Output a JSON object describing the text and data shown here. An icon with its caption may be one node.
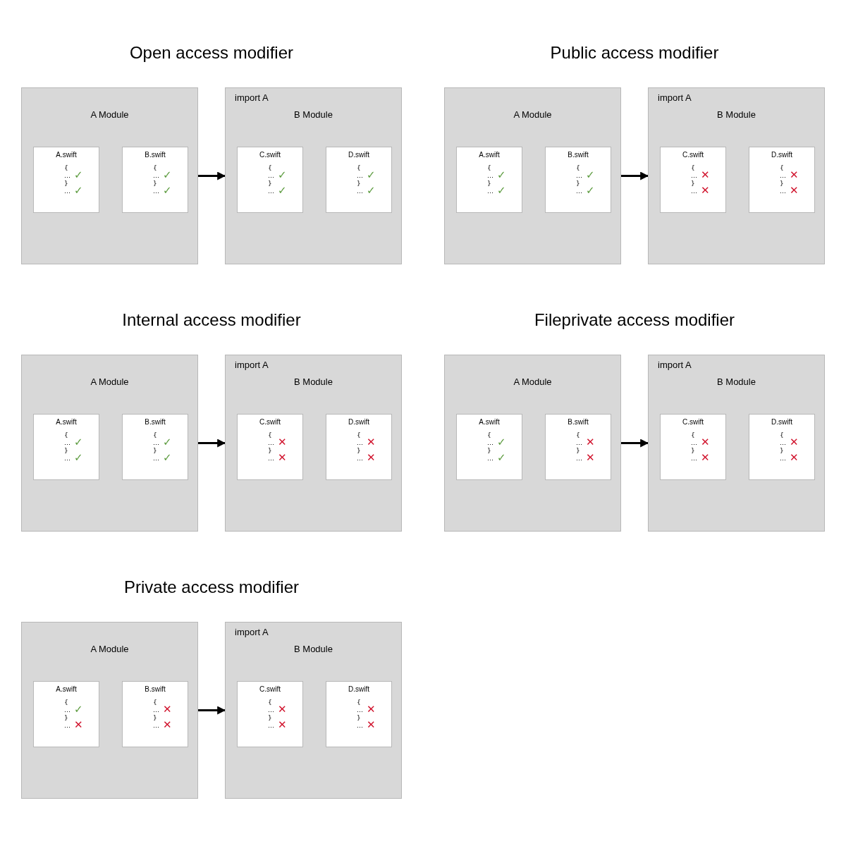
{
  "diagram": {
    "nodes": [
      {
        "text": [
          "A Module"
        ]
      },
      {
        "text": [
          "A.swift",
          "{",
          "…",
          "✓",
          "}",
          "…",
          "✓"
        ],
        "in": 0
      },
      {
        "text": [
          "B.swift",
          "{",
          "…",
          "✓",
          "}",
          "…",
          "✓"
        ],
        "in": 0
      },
      {
        "text": [
          "import A",
          "B Module"
        ]
      },
      {
        "text": [
          "C.swift",
          "{",
          "…",
          "✓",
          "}",
          "…",
          "✓"
        ],
        "in": 3
      },
      {
        "text": [
          "D.swift",
          "{",
          "…",
          "✓",
          "}",
          "…",
          "✓"
        ],
        "in": 3
      },
      {
        "text": [
          "A Module"
        ]
      },
      {
        "text": [
          "A.swift",
          "{",
          "…",
          "✓",
          "}",
          "…",
          "✓"
        ],
        "in": 6
      },
      {
        "text": [
          "B.swift",
          "{",
          "…",
          "✓",
          "}",
          "…",
          "✓"
        ],
        "in": 6
      },
      {
        "text": [
          "import A",
          "B Module"
        ]
      },
      {
        "text": [
          "C.swift",
          "{",
          "…",
          "✕",
          "}",
          "…",
          "✕"
        ],
        "in": 9
      },
      {
        "text": [
          "D.swift",
          "{",
          "…",
          "✕",
          "}",
          "…",
          "✕"
        ],
        "in": 9
      },
      {
        "text": [
          "A Module"
        ]
      },
      {
        "text": [
          "A.swift",
          "{",
          "…",
          "✓",
          "}",
          "…",
          "✓"
        ],
        "in": 12
      },
      {
        "text": [
          "B.swift",
          "{",
          "…",
          "✓",
          "}",
          "…",
          "✓"
        ],
        "in": 12
      },
      {
        "text": [
          "import A",
          "B Module"
        ]
      },
      {
        "text": [
          "C.swift",
          "{",
          "…",
          "✕",
          "}",
          "…",
          "✕"
        ],
        "in": 15
      },
      {
        "text": [
          "D.swift",
          "{",
          "…",
          "✕",
          "}",
          "…",
          "✕"
        ],
        "in": 15
      },
      {
        "text": [
          "A Module"
        ]
      },
      {
        "text": [
          "A.swift",
          "{",
          "…",
          "✓",
          "}",
          "…",
          "✓"
        ],
        "in": 18
      },
      {
        "text": [
          "B.swift",
          "{",
          "…",
          "✕",
          "}",
          "…",
          "✕"
        ],
        "in": 18
      },
      {
        "text": [
          "import A",
          "B Module"
        ]
      },
      {
        "text": [
          "C.swift",
          "{",
          "…",
          "✕",
          "}",
          "…",
          "✕"
        ],
        "in": 21
      },
      {
        "text": [
          "D.swift",
          "{",
          "…",
          "✕",
          "}",
          "…",
          "✕"
        ],
        "in": 21
      },
      {
        "text": [
          "A Module"
        ]
      },
      {
        "text": [
          "A.swift",
          "{",
          "…",
          "✓",
          "}",
          "…",
          "✕"
        ],
        "in": 24
      },
      {
        "text": [
          "B.swift",
          "{",
          "…",
          "✕",
          "}",
          "…",
          "✕"
        ],
        "in": 24
      },
      {
        "text": [
          "import A",
          "B Module"
        ]
      },
      {
        "text": [
          "C.swift",
          "{",
          "…",
          "✕",
          "}",
          "…",
          "✕"
        ],
        "in": 27
      },
      {
        "text": [
          "D.swift",
          "{",
          "…",
          "✕",
          "}",
          "…",
          "✕"
        ],
        "in": 27
      }
    ],
    "edges": [
      {
        "from": 0,
        "to": 3,
        "arrow": "to"
      },
      {
        "from": 6,
        "to": 9,
        "arrow": "to"
      },
      {
        "from": 12,
        "to": 15,
        "arrow": "to"
      },
      {
        "from": 18,
        "to": 21,
        "arrow": "to"
      },
      {
        "from": 24,
        "to": 27,
        "arrow": "to"
      }
    ],
    "labels": [
      "Open access modifier",
      "Public access modifier",
      "Internal access modifier",
      "Fileprivate access modifier",
      "Private access modifier"
    ]
  }
}
